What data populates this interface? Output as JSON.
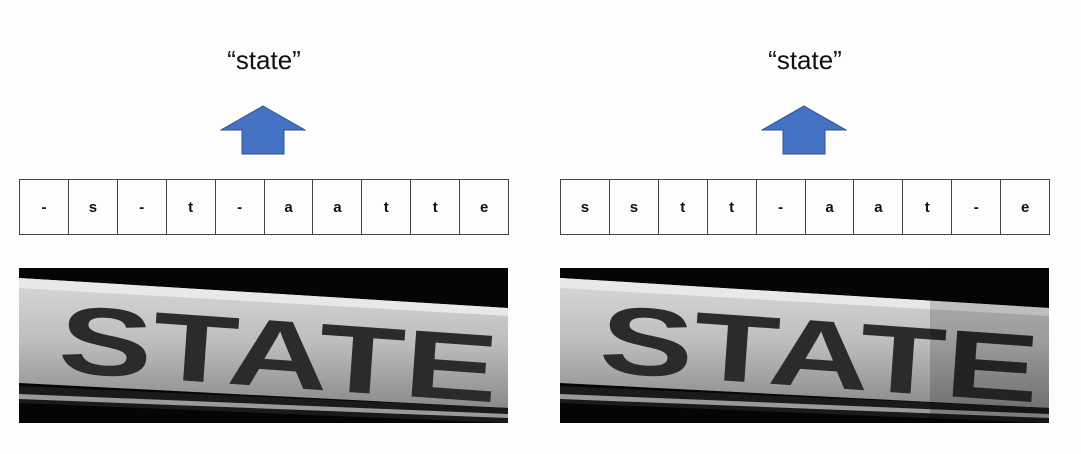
{
  "panels": [
    {
      "output": "“state”",
      "cells": [
        "-",
        "s",
        "-",
        "t",
        "-",
        "a",
        "a",
        "t",
        "t",
        "e"
      ],
      "image_text": "STATE"
    },
    {
      "output": "“state”",
      "cells": [
        "s",
        "s",
        "t",
        "t",
        "-",
        "a",
        "a",
        "t",
        "-",
        "e"
      ],
      "image_text": "STATE"
    }
  ],
  "colors": {
    "arrow": "#4472c4",
    "arrow_stroke": "#2f528f"
  }
}
